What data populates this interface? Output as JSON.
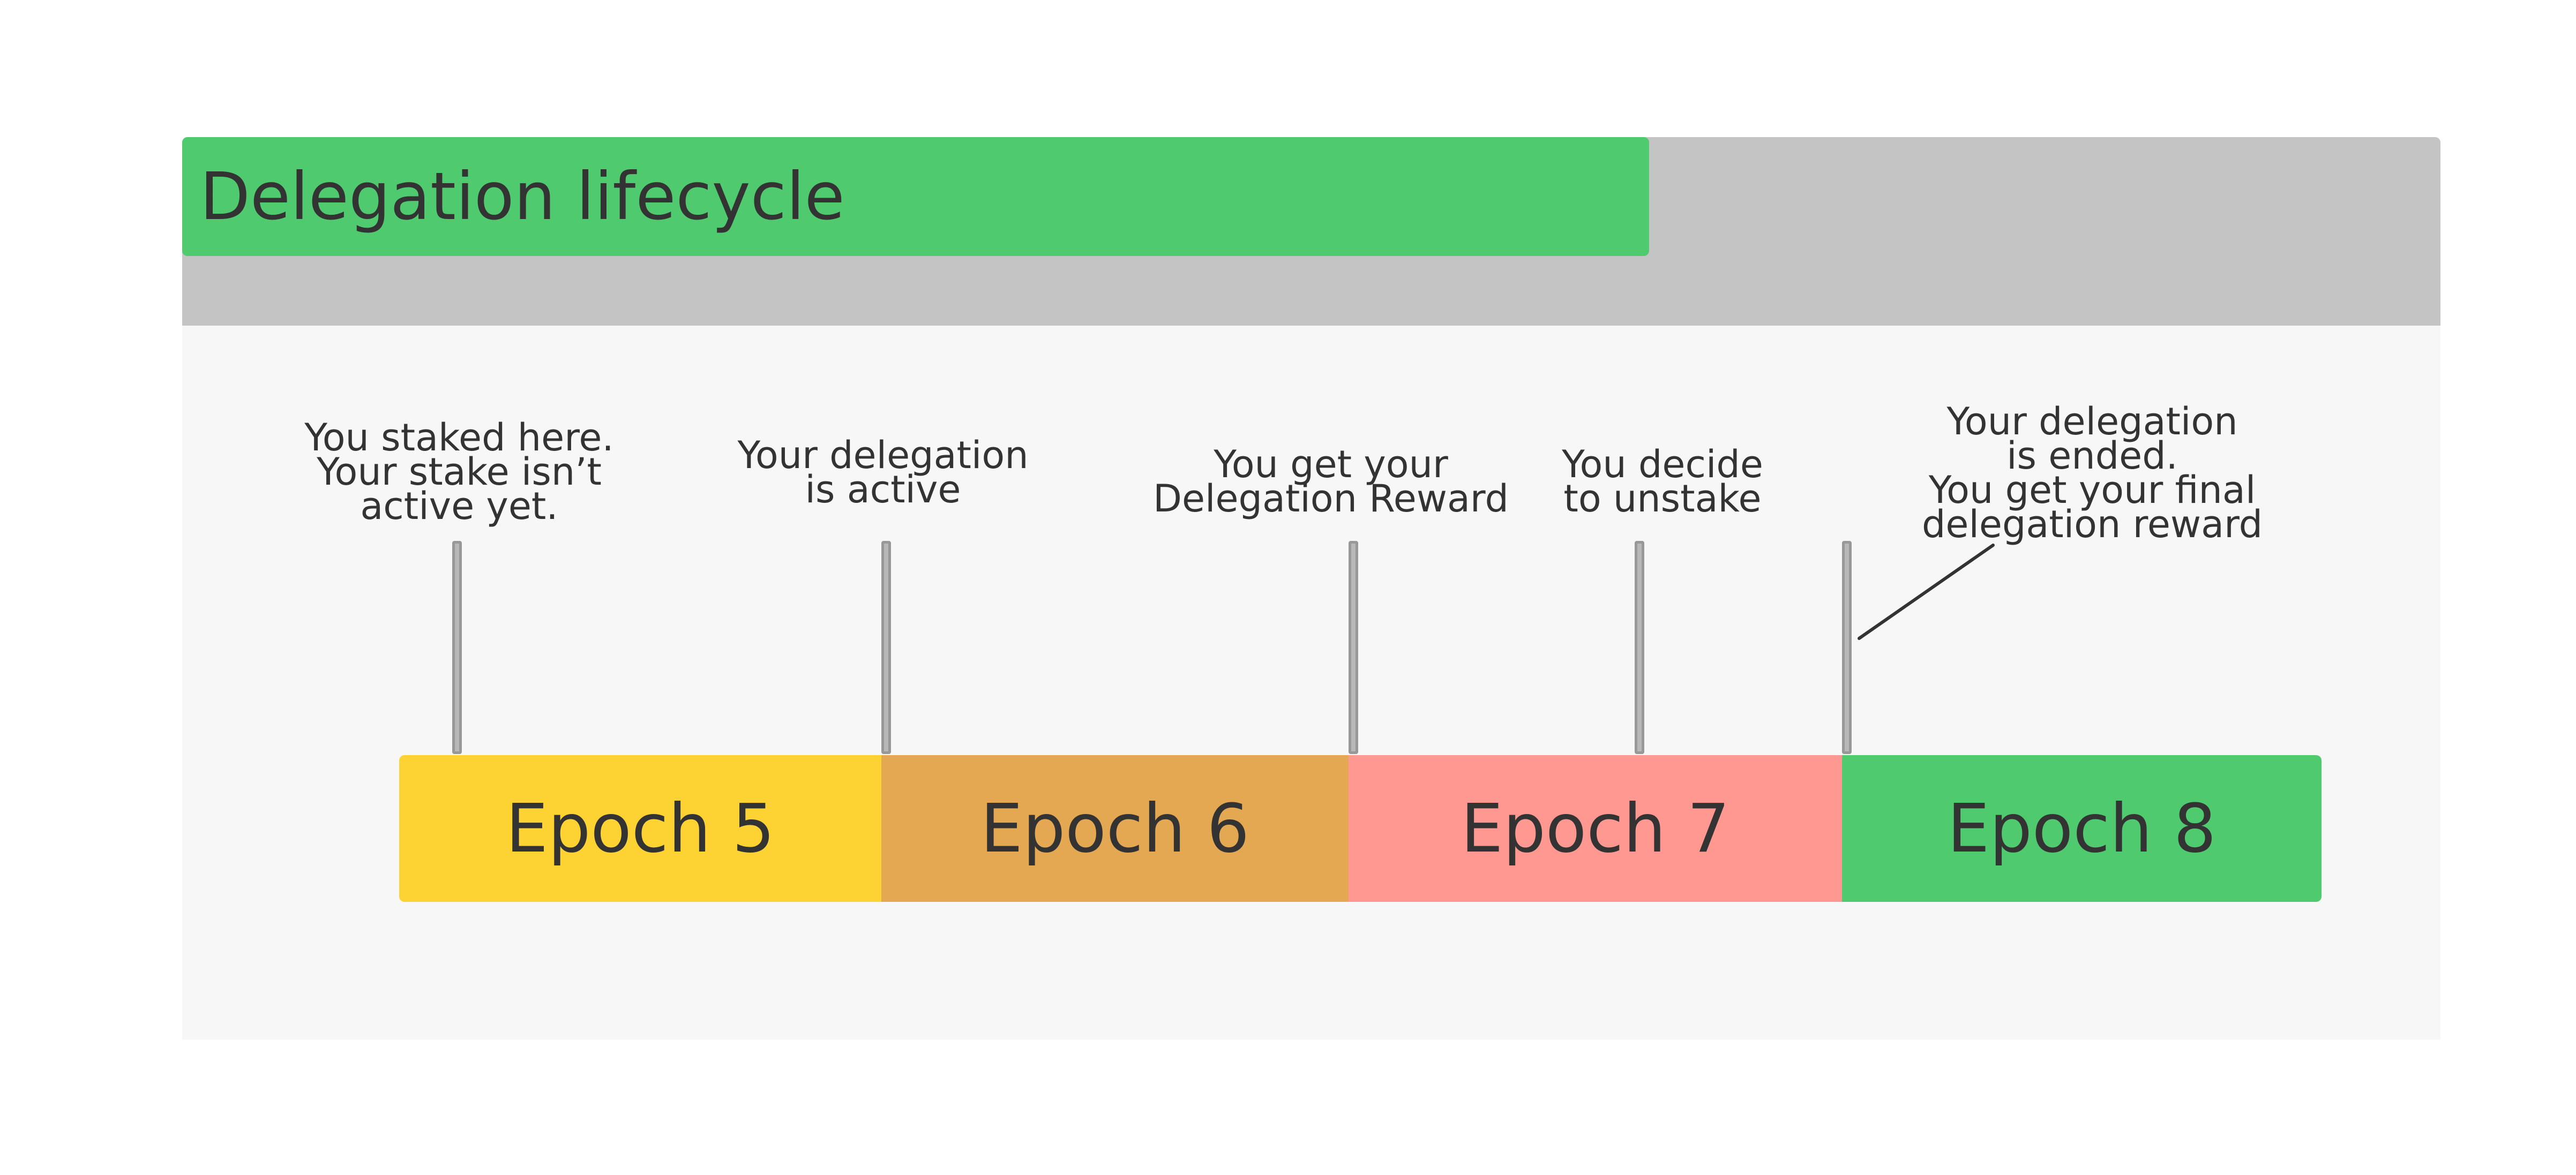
{
  "title": "Delegation lifecycle",
  "colors": {
    "title_bar": "#4fca6e",
    "header_band": "#c4c4c4",
    "card": "#f7f7f7",
    "epoch5": "#fdd334",
    "epoch6": "#e4a852",
    "epoch7": "#fe9891",
    "epoch8": "#4fca6e"
  },
  "epochs": [
    {
      "label": "Epoch 5"
    },
    {
      "label": "Epoch 6"
    },
    {
      "label": "Epoch 7"
    },
    {
      "label": "Epoch 8"
    }
  ],
  "events": [
    {
      "text": "You staked here.\nYour stake isn’t\nactive yet."
    },
    {
      "text": "Your delegation\nis active"
    },
    {
      "text": "You get your\nDelegation Reward"
    },
    {
      "text": "You decide\nto unstake"
    },
    {
      "text": "Your delegation\nis ended.\nYou get your final\ndelegation reward"
    }
  ]
}
